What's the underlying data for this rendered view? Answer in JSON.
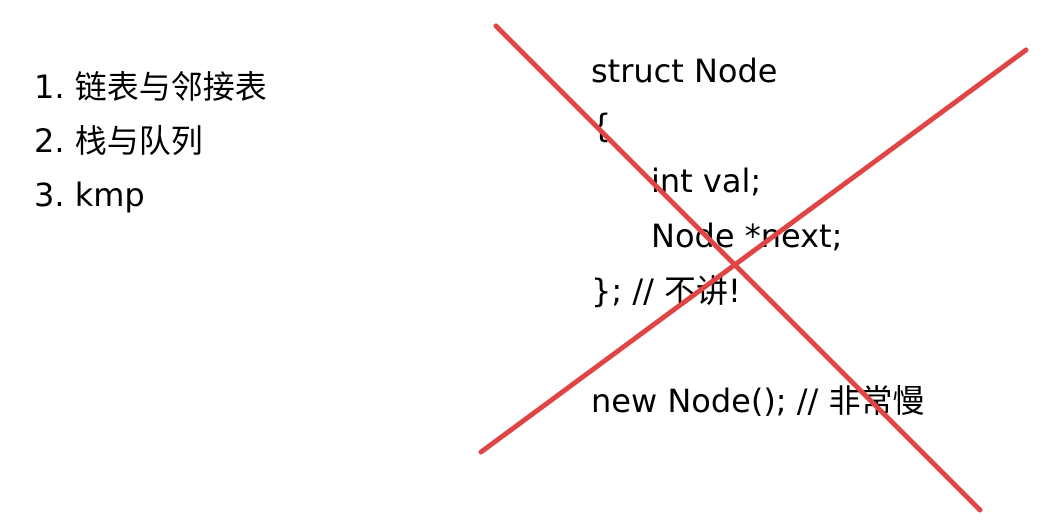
{
  "topics": [
    "1. 链表与邻接表",
    "2. 栈与队列",
    "3. kmp"
  ],
  "code": {
    "lines": [
      "struct Node",
      "{",
      "int val;",
      "Node *next;",
      "}; // 不讲!",
      "",
      "new Node(); // 非常慢"
    ]
  },
  "cross": {
    "color": "#e04545"
  }
}
